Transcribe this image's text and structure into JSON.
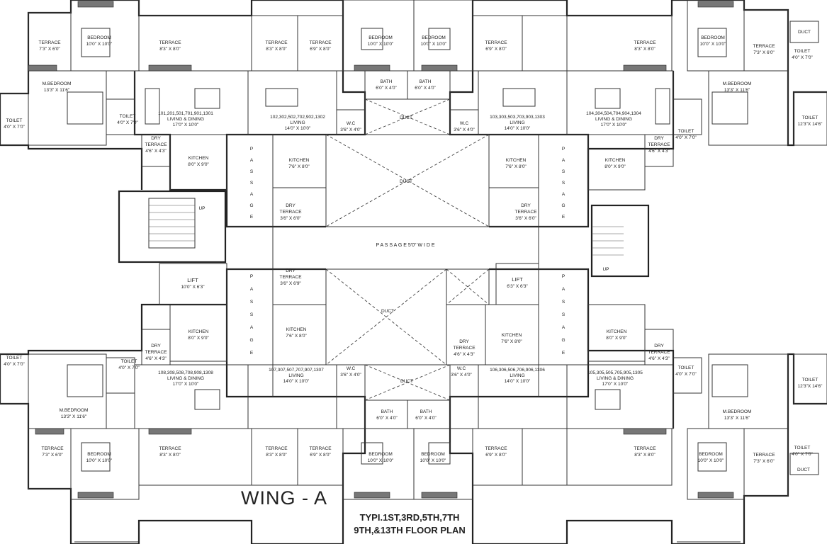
{
  "title": "WING - A",
  "subtitle_line1": "TYPI.1ST,3RD,5TH,7TH",
  "subtitle_line2": "9TH,&13TH FLOOR PLAN",
  "passage_wide": "P A S S A G E  5'0\"  W I D E",
  "passage_vertical": [
    "P",
    "A",
    "S",
    "S",
    "A",
    "G",
    "E"
  ],
  "rooms": {
    "terrace": "TERRACE",
    "bedroom": "BEDROOM",
    "mbedroom": "M.BEDROOM",
    "toilet": "TOILET",
    "bath": "BATH",
    "wc": "W.C",
    "duct": "DUCT",
    "kitchen": "KITCHEN",
    "dry_terrace": "DRY TERRACE",
    "dry": "DRY",
    "living": "LIVING",
    "living_dining": "LIVING & DINING",
    "lift": "LIFT",
    "up": "UP"
  },
  "dims": {
    "terrace_7_6": "7'3\" X 6'0\"",
    "terrace_8_8": "8'3\" X 8'0\"",
    "terrace_6_8": "6'9\" X 8'0\"",
    "bedroom_10": "10'0\" X 10'0\"",
    "mbed": "13'3\" X 11'6\"",
    "toilet_4_7": "4'0\" X 7'0\"",
    "bath": "6'0\" X 4'0\"",
    "wc": "3'6\" X 4'0\"",
    "kitchen_8_9": "8'0\" X 9'0\"",
    "kitchen_7_8": "7'6\" X 8'0\"",
    "dry_terrace": "4'6\" X 4'3\"",
    "dry_3_6": "3'6\" X 6'0\"",
    "dry_3_6b": "3'6\" X 6'9\"",
    "living_17_10": "17'0\" X 10'0\"",
    "living_14_10": "14'0\" X 10'0\"",
    "lift_10": "10'0\" X 6'3\"",
    "lift_6": "6'3\" X 6'3\"",
    "toilet_12": "12'3\"X 14'6\""
  },
  "flat_numbers": {
    "f1": "101,201,501,701,901,1301",
    "f2": "102,302,502,702,902,1302",
    "f3": "103,303,503,703,903,1303",
    "f4": "104,304,504,704,904,1304",
    "f5": "105,305,505,705,905,1305",
    "f6": "106,306,506,706,906,1306",
    "f7": "107,307,507,707,907,1307",
    "f8": "108,308,508,708,908,1308"
  }
}
